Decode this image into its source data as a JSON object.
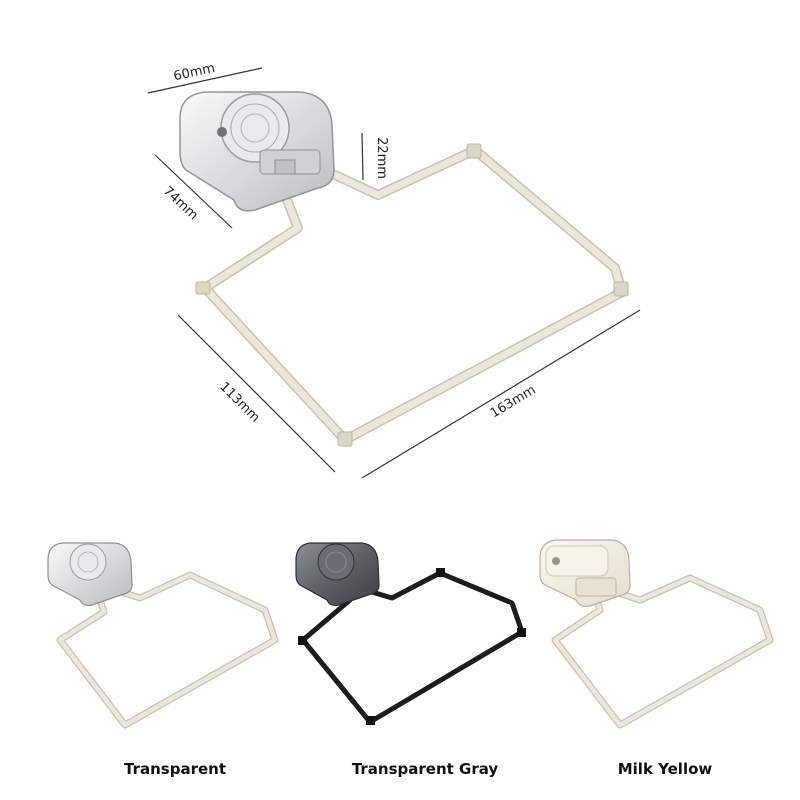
{
  "dimensions": {
    "width_top": "60mm",
    "depth": "74mm",
    "height": "22mm",
    "side": "113mm",
    "front": "163mm"
  },
  "variants": [
    {
      "label": "Transparent",
      "frame_color": "#ece7dc",
      "head_color": "transparent-clear"
    },
    {
      "label": "Transparent Gray",
      "frame_color": "#1c1c1c",
      "head_color": "transparent-gray"
    },
    {
      "label": "Milk Yellow",
      "frame_color": "#ece7dc",
      "head_color": "milk-yellow"
    }
  ],
  "colors": {
    "frame_beige": "#ece7dc",
    "frame_edge": "#c9c2b3",
    "frame_black": "#1c1c1c",
    "milk_yellow": "#f3ede0"
  }
}
